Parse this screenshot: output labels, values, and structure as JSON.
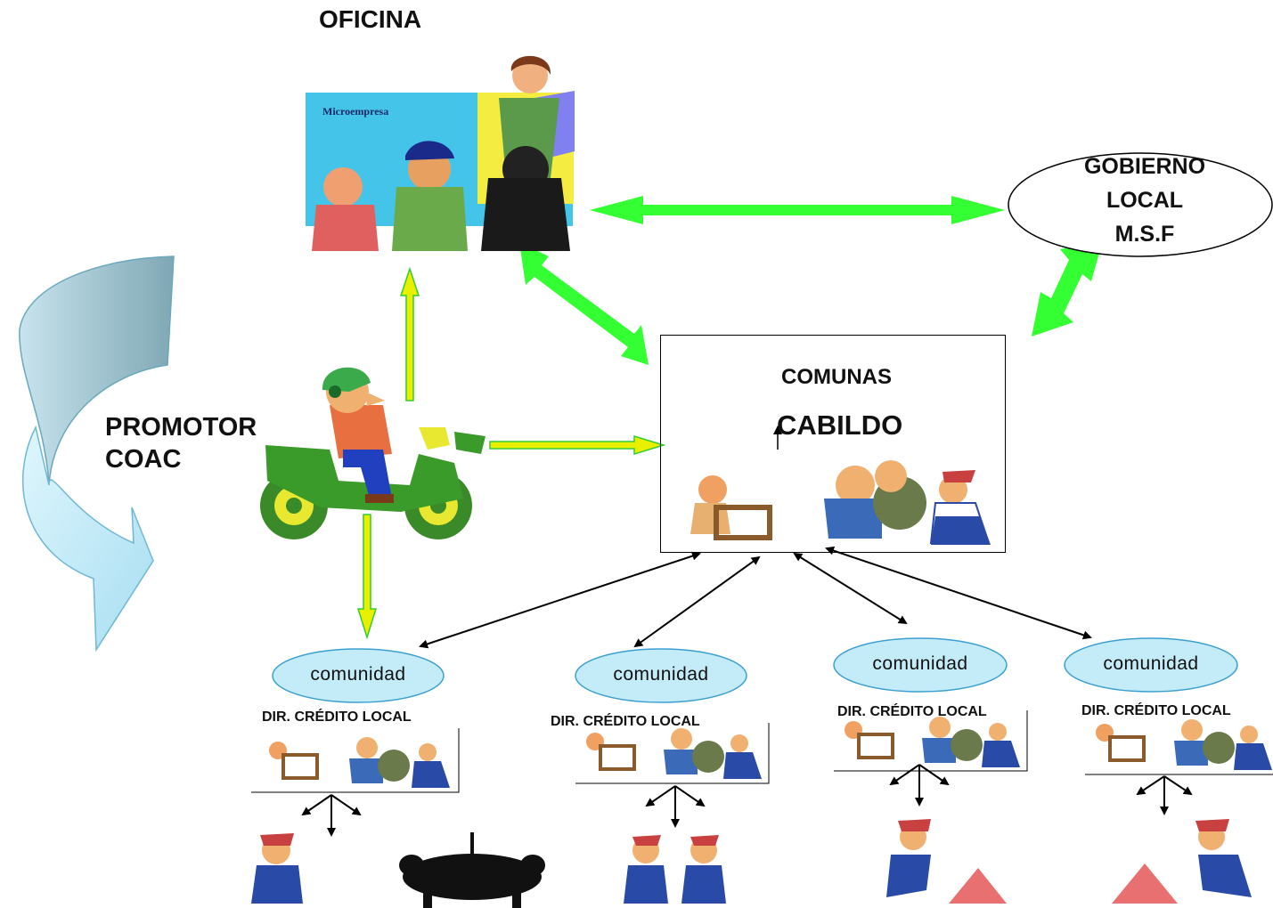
{
  "office": {
    "label": "OFICINA",
    "board_text": "Microempresa"
  },
  "government": {
    "lines": [
      "GOBIERNO",
      "LOCAL",
      "M.S.F"
    ]
  },
  "promoter": {
    "line1": "PROMOTOR",
    "line2": "COAC"
  },
  "cabildo": {
    "line1": "COMUNAS",
    "line2": "CABILDO"
  },
  "communities": [
    {
      "label": "comunidad",
      "dir_label": "DIR. CRÉDITO LOCAL"
    },
    {
      "label": "comunidad",
      "dir_label": "DIR. CRÉDITO LOCAL"
    },
    {
      "label": "comunidad",
      "dir_label": "DIR. CRÉDITO LOCAL"
    },
    {
      "label": "comunidad",
      "dir_label": "DIR. CRÉDITO LOCAL"
    }
  ],
  "colors": {
    "green_arrow": "#33ff33",
    "yellow_arrow": "#e8f000",
    "ellipse_fill": "#c4ecf8",
    "ellipse_stroke": "#3a9fd0",
    "curved_arrow_top": "#8fb8c4",
    "curved_arrow_bottom": "#cdeffa"
  }
}
